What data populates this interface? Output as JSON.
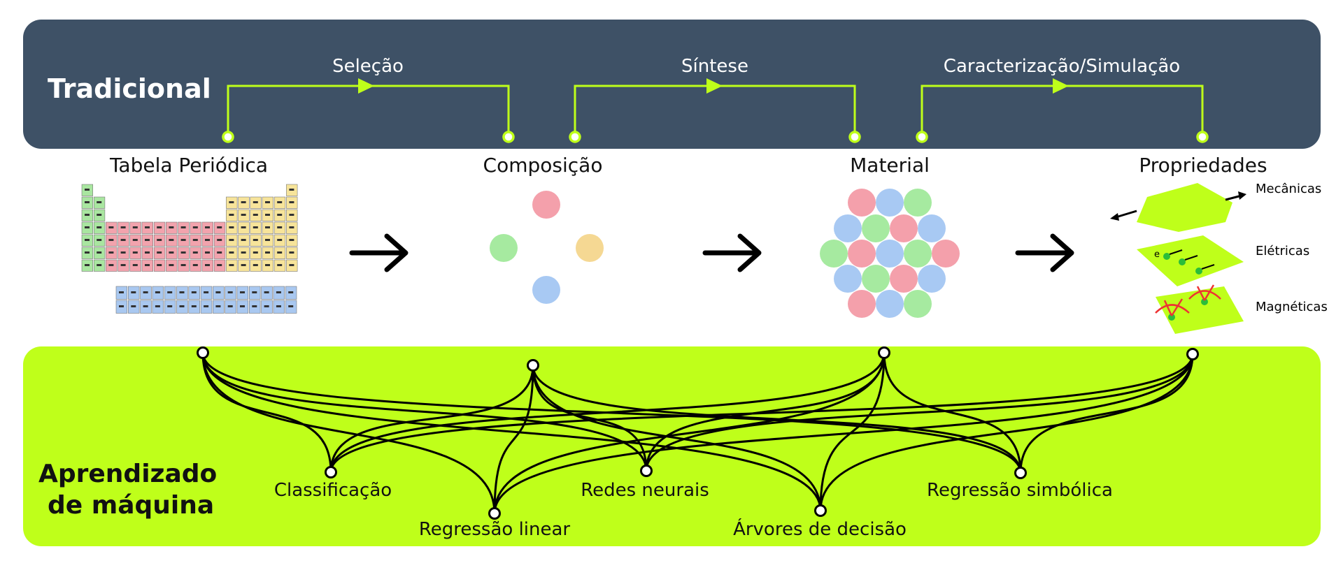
{
  "traditional": {
    "title": "Tradicional",
    "steps": [
      {
        "label": "Seleção"
      },
      {
        "label": "Síntese"
      },
      {
        "label": "Caracterização/Simulação"
      }
    ]
  },
  "stages": [
    {
      "label": "Tabela Periódica"
    },
    {
      "label": "Composição"
    },
    {
      "label": "Material"
    },
    {
      "label": "Propriedades"
    }
  ],
  "properties": [
    {
      "label": "Mecânicas"
    },
    {
      "label": "Elétricas"
    },
    {
      "label": "Magnéticas"
    }
  ],
  "electron_symbol": "e",
  "ml": {
    "title_line1": "Aprendizado",
    "title_line2": "de máquina",
    "methods": [
      {
        "label": "Classificação"
      },
      {
        "label": "Regressão linear"
      },
      {
        "label": "Redes neurais"
      },
      {
        "label": "Árvores de decisão"
      },
      {
        "label": "Regressão simbólica"
      }
    ]
  },
  "colors": {
    "banner": "#3e5166",
    "accent": "#bfff1a",
    "pink": "#f4a0ab",
    "green": "#a6eaa0",
    "yellow": "#f5d893",
    "blue": "#a8c9f3",
    "red_cell": "#f2a3ad",
    "yellow_cell": "#f7e49a",
    "green_cell": "#a9e6a0",
    "blue_cell": "#a9c8f0"
  }
}
